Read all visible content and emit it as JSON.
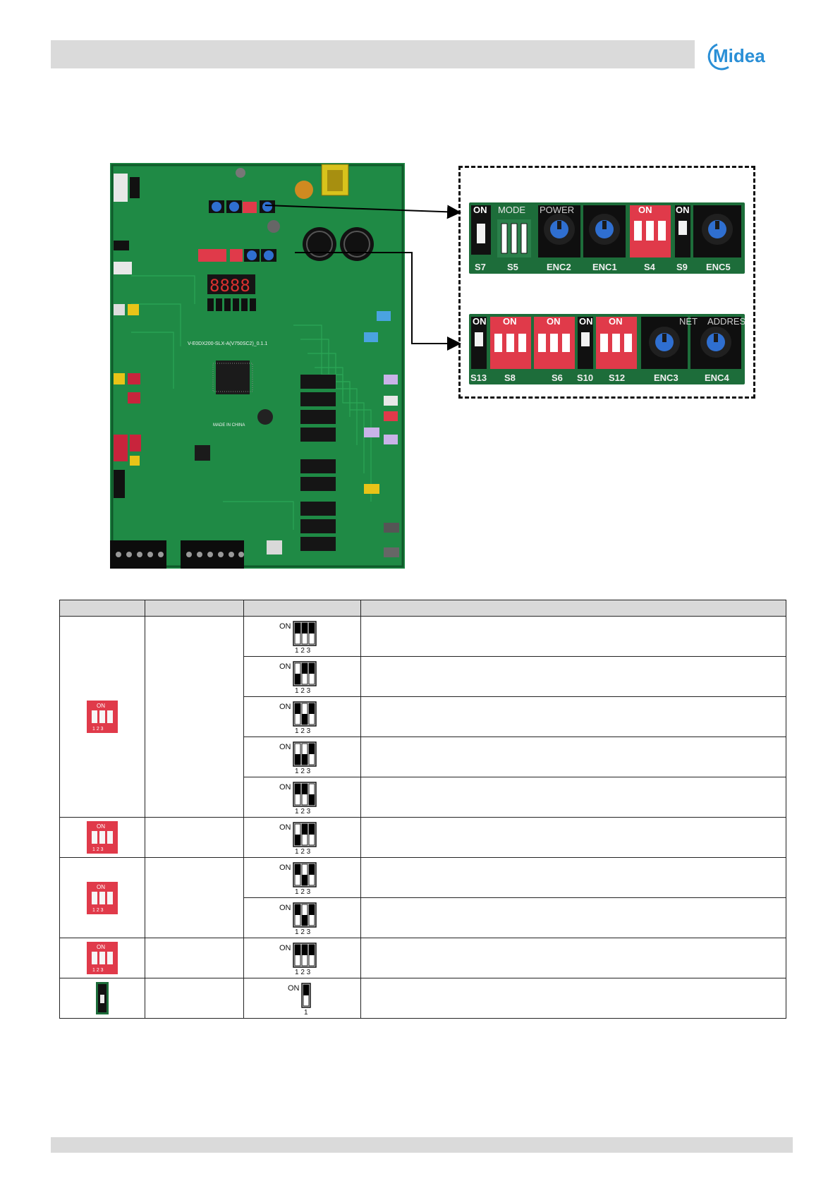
{
  "brand": {
    "logo_text": "Midea",
    "accent_color": "#2a8fd6"
  },
  "closeup_top": {
    "top_labels": [
      "ON",
      "MODE",
      "POWER",
      "ON",
      "ON"
    ],
    "bottom_labels": [
      "S7",
      "S5",
      "ENC2",
      "ENC1",
      "S4",
      "S9",
      "ENC5"
    ]
  },
  "closeup_bottom": {
    "top_labels": [
      "ON",
      "ON",
      "ON",
      "ON",
      "ON",
      "NET",
      "ADDRES"
    ],
    "bottom_labels": [
      "S13",
      "S8",
      "S6",
      "S10",
      "S12",
      "ENC3",
      "ENC4"
    ]
  },
  "pcb": {
    "display_digits": "8888",
    "model_marking": "V-E0DX200-SLX-A(V750SC2)_0.1.1",
    "made_in": "MADE IN CHINA"
  },
  "switch_icon_labels": {
    "on": "ON",
    "nums3": "1 2 3",
    "num1": "1",
    "photo_on": "ON",
    "photo_nums": "1 2 3"
  },
  "table": {
    "headers": [
      "",
      "",
      "",
      ""
    ],
    "rows": [
      {
        "photo": "red3",
        "pattern": [
          1,
          1,
          1
        ],
        "description": ""
      },
      {
        "photo": "",
        "pattern": [
          0,
          1,
          1
        ],
        "description": ""
      },
      {
        "photo": "",
        "pattern": [
          1,
          0,
          1
        ],
        "description": ""
      },
      {
        "photo": "",
        "pattern": [
          0,
          0,
          1
        ],
        "description": ""
      },
      {
        "photo": "",
        "pattern": [
          1,
          1,
          0
        ],
        "description": ""
      },
      {
        "photo": "red3",
        "pattern": [
          0,
          1,
          1
        ],
        "description": ""
      },
      {
        "photo": "red3",
        "pattern": [
          1,
          0,
          1
        ],
        "description": ""
      },
      {
        "photo": "",
        "pattern": [
          1,
          0,
          1
        ],
        "description": ""
      },
      {
        "photo": "red3",
        "pattern": [
          1,
          1,
          1
        ],
        "description": ""
      },
      {
        "photo": "black1",
        "pattern": [
          1
        ],
        "description": ""
      }
    ]
  }
}
